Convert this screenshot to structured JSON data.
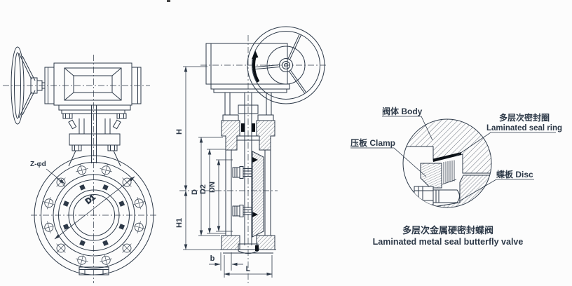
{
  "colors": {
    "line": "#2d3948",
    "background": "#fcfcfc",
    "solid_fill": "#0c1117"
  },
  "front_view": {
    "bolt_spec_label": "Z-φd",
    "bolt_circle_dim": "D1"
  },
  "section_view": {
    "height_dim": "H",
    "height_lower_dim": "H1",
    "flange_od_dim": "D",
    "seal_circle_dim": "D2",
    "nominal_bore_dim": "DN",
    "flange_thickness_dim": "b",
    "face_to_face_dim": "L"
  },
  "detail_view": {
    "body_label": "阀体 Body",
    "seal_ring_label_cn": "多层次密封圈",
    "seal_ring_label_en": "Laminated seal ring",
    "clamp_label": "压板 Clamp",
    "disc_label": "蝶板 Disc",
    "caption_cn": "多层次金属硬密封蝶阀",
    "caption_en": "Laminated metal seal butterfly valve"
  }
}
